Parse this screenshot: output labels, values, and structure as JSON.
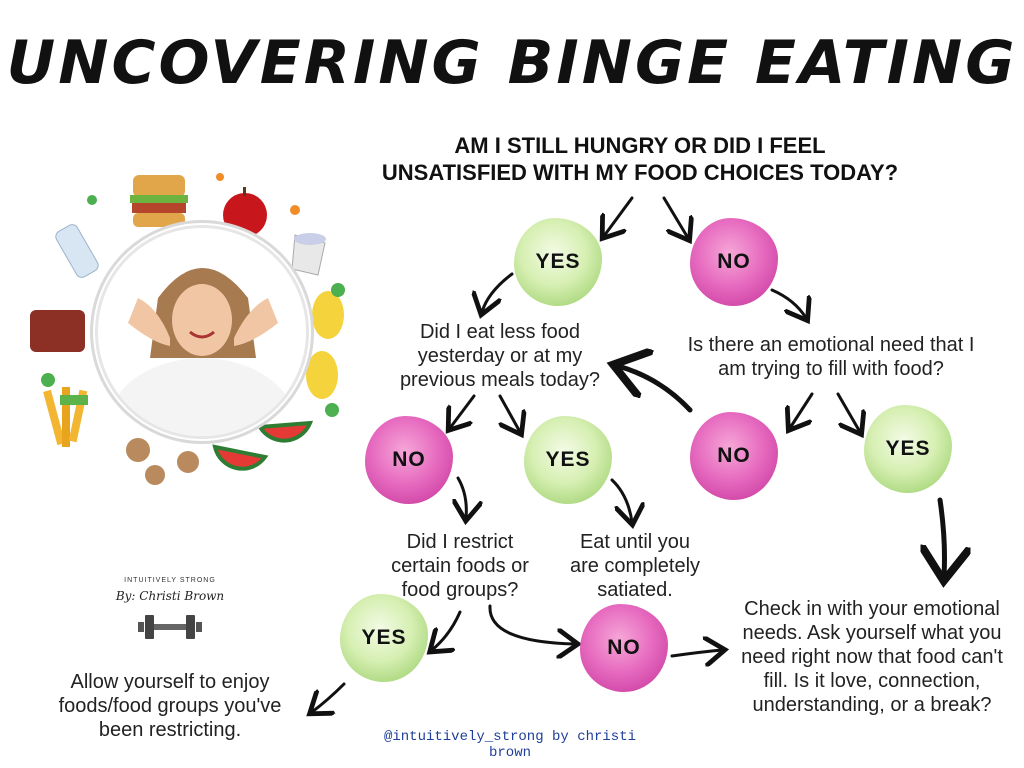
{
  "title": "UNCOVERING BINGE EATING",
  "question": {
    "line1": "AM I STILL HUNGRY OR DID I FEEL",
    "line2": "UNSATISFIED WITH MY FOOD CHOICES TODAY?"
  },
  "nodes": {
    "yes1": "YES",
    "no1": "NO",
    "no2": "NO",
    "yes2": "YES",
    "no3": "NO",
    "yes3": "YES",
    "yes4": "YES",
    "no4": "NO"
  },
  "texts": {
    "ate_less": [
      "Did I eat less food",
      "yesterday or at my",
      "previous meals today?"
    ],
    "emotional": [
      "Is there an emotional need that I",
      "am trying to fill with food?"
    ],
    "restrict": [
      "Did I restrict",
      "certain foods or",
      "food groups?"
    ],
    "eat_until": [
      "Eat until you",
      "are completely",
      "satiated."
    ],
    "allow": [
      "Allow yourself to enjoy",
      "foods/food groups you've",
      "been restricting."
    ],
    "check_in": [
      "Check in with your emotional",
      "needs. Ask yourself what you",
      "need right now that food can't",
      "fill. Is it love, connection,",
      "understanding, or a break?"
    ]
  },
  "brand": {
    "small": "INTUITIVELY STRONG",
    "name": "By: Christi Brown"
  },
  "handle": "@intuitively_strong by christi brown",
  "colors": {
    "yes": "#bfe39a",
    "no": "#e060b8",
    "arrow": "#111111",
    "handle": "#1f3f9a"
  }
}
